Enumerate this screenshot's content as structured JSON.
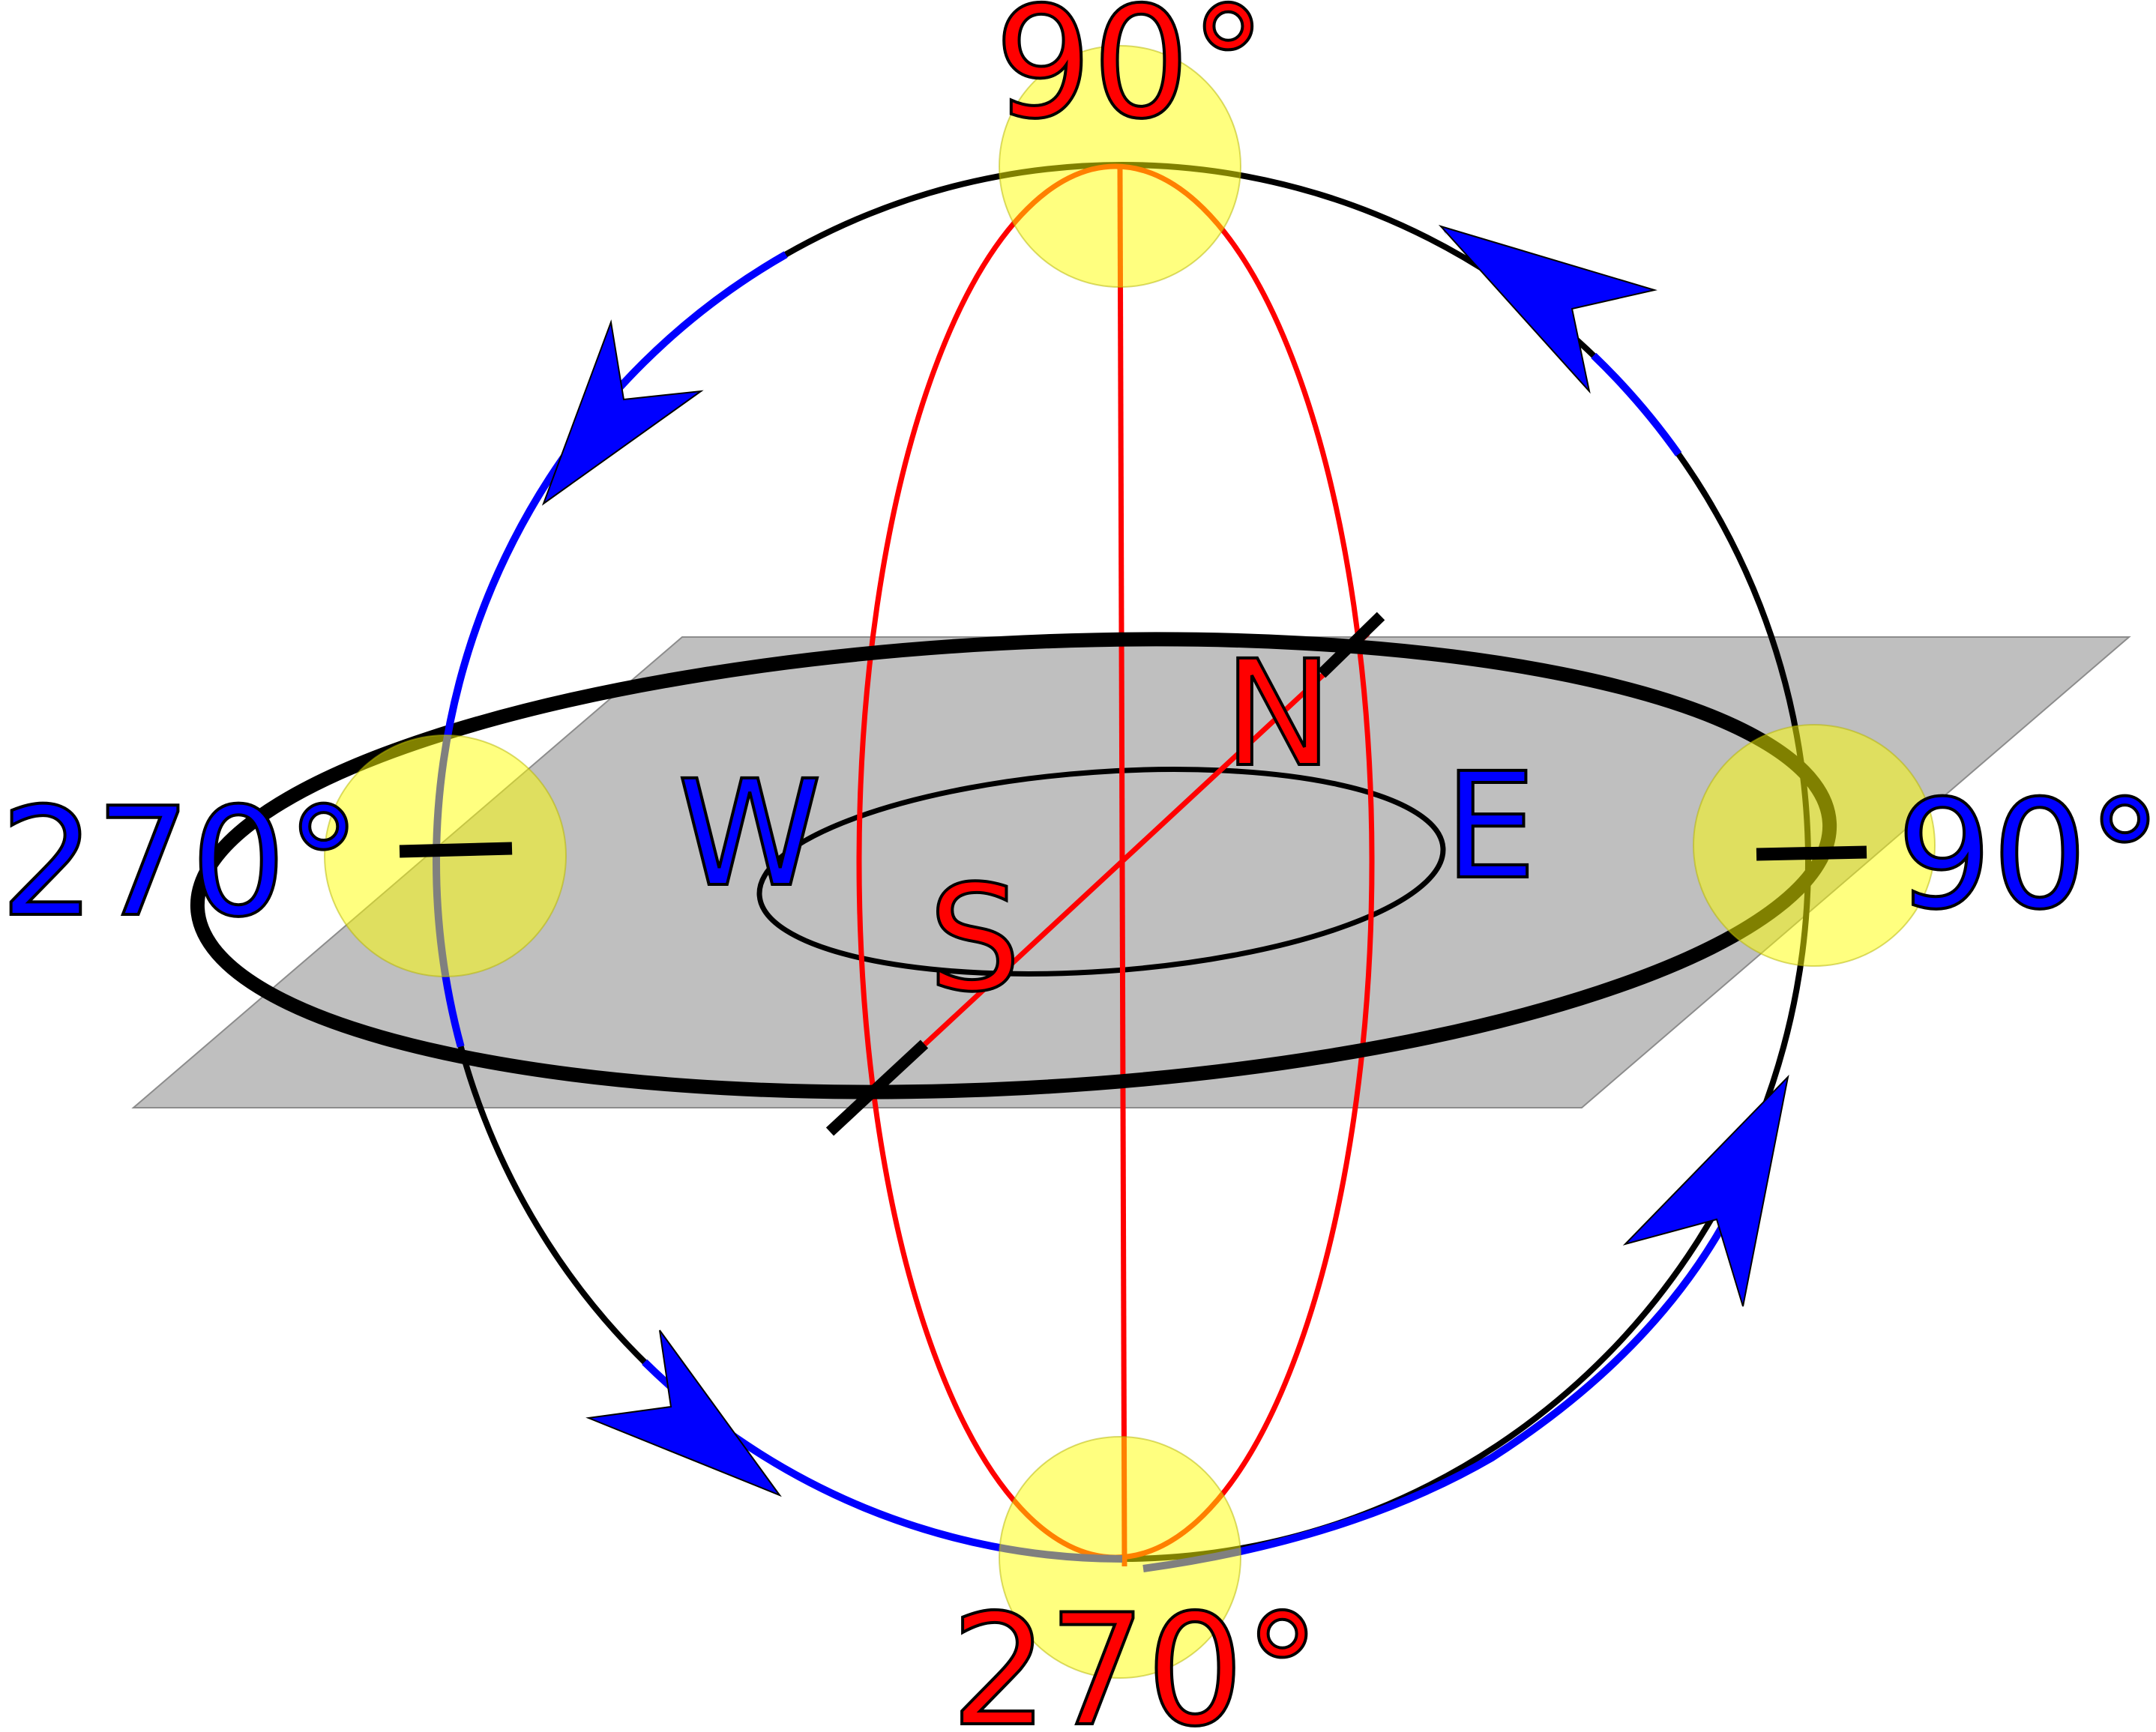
{
  "labels": {
    "top_angle": "90°",
    "bottom_angle": "270°",
    "left_angle": "270°",
    "right_angle": "90°",
    "north": "N",
    "south": "S",
    "east": "E",
    "west": "W"
  },
  "colors": {
    "meridian_red": "#ff0000",
    "path_blue": "#0000ff",
    "highlight_yellow": "#ffff00",
    "plane_gray": "#bfbfbf",
    "outline_black": "#000000"
  }
}
